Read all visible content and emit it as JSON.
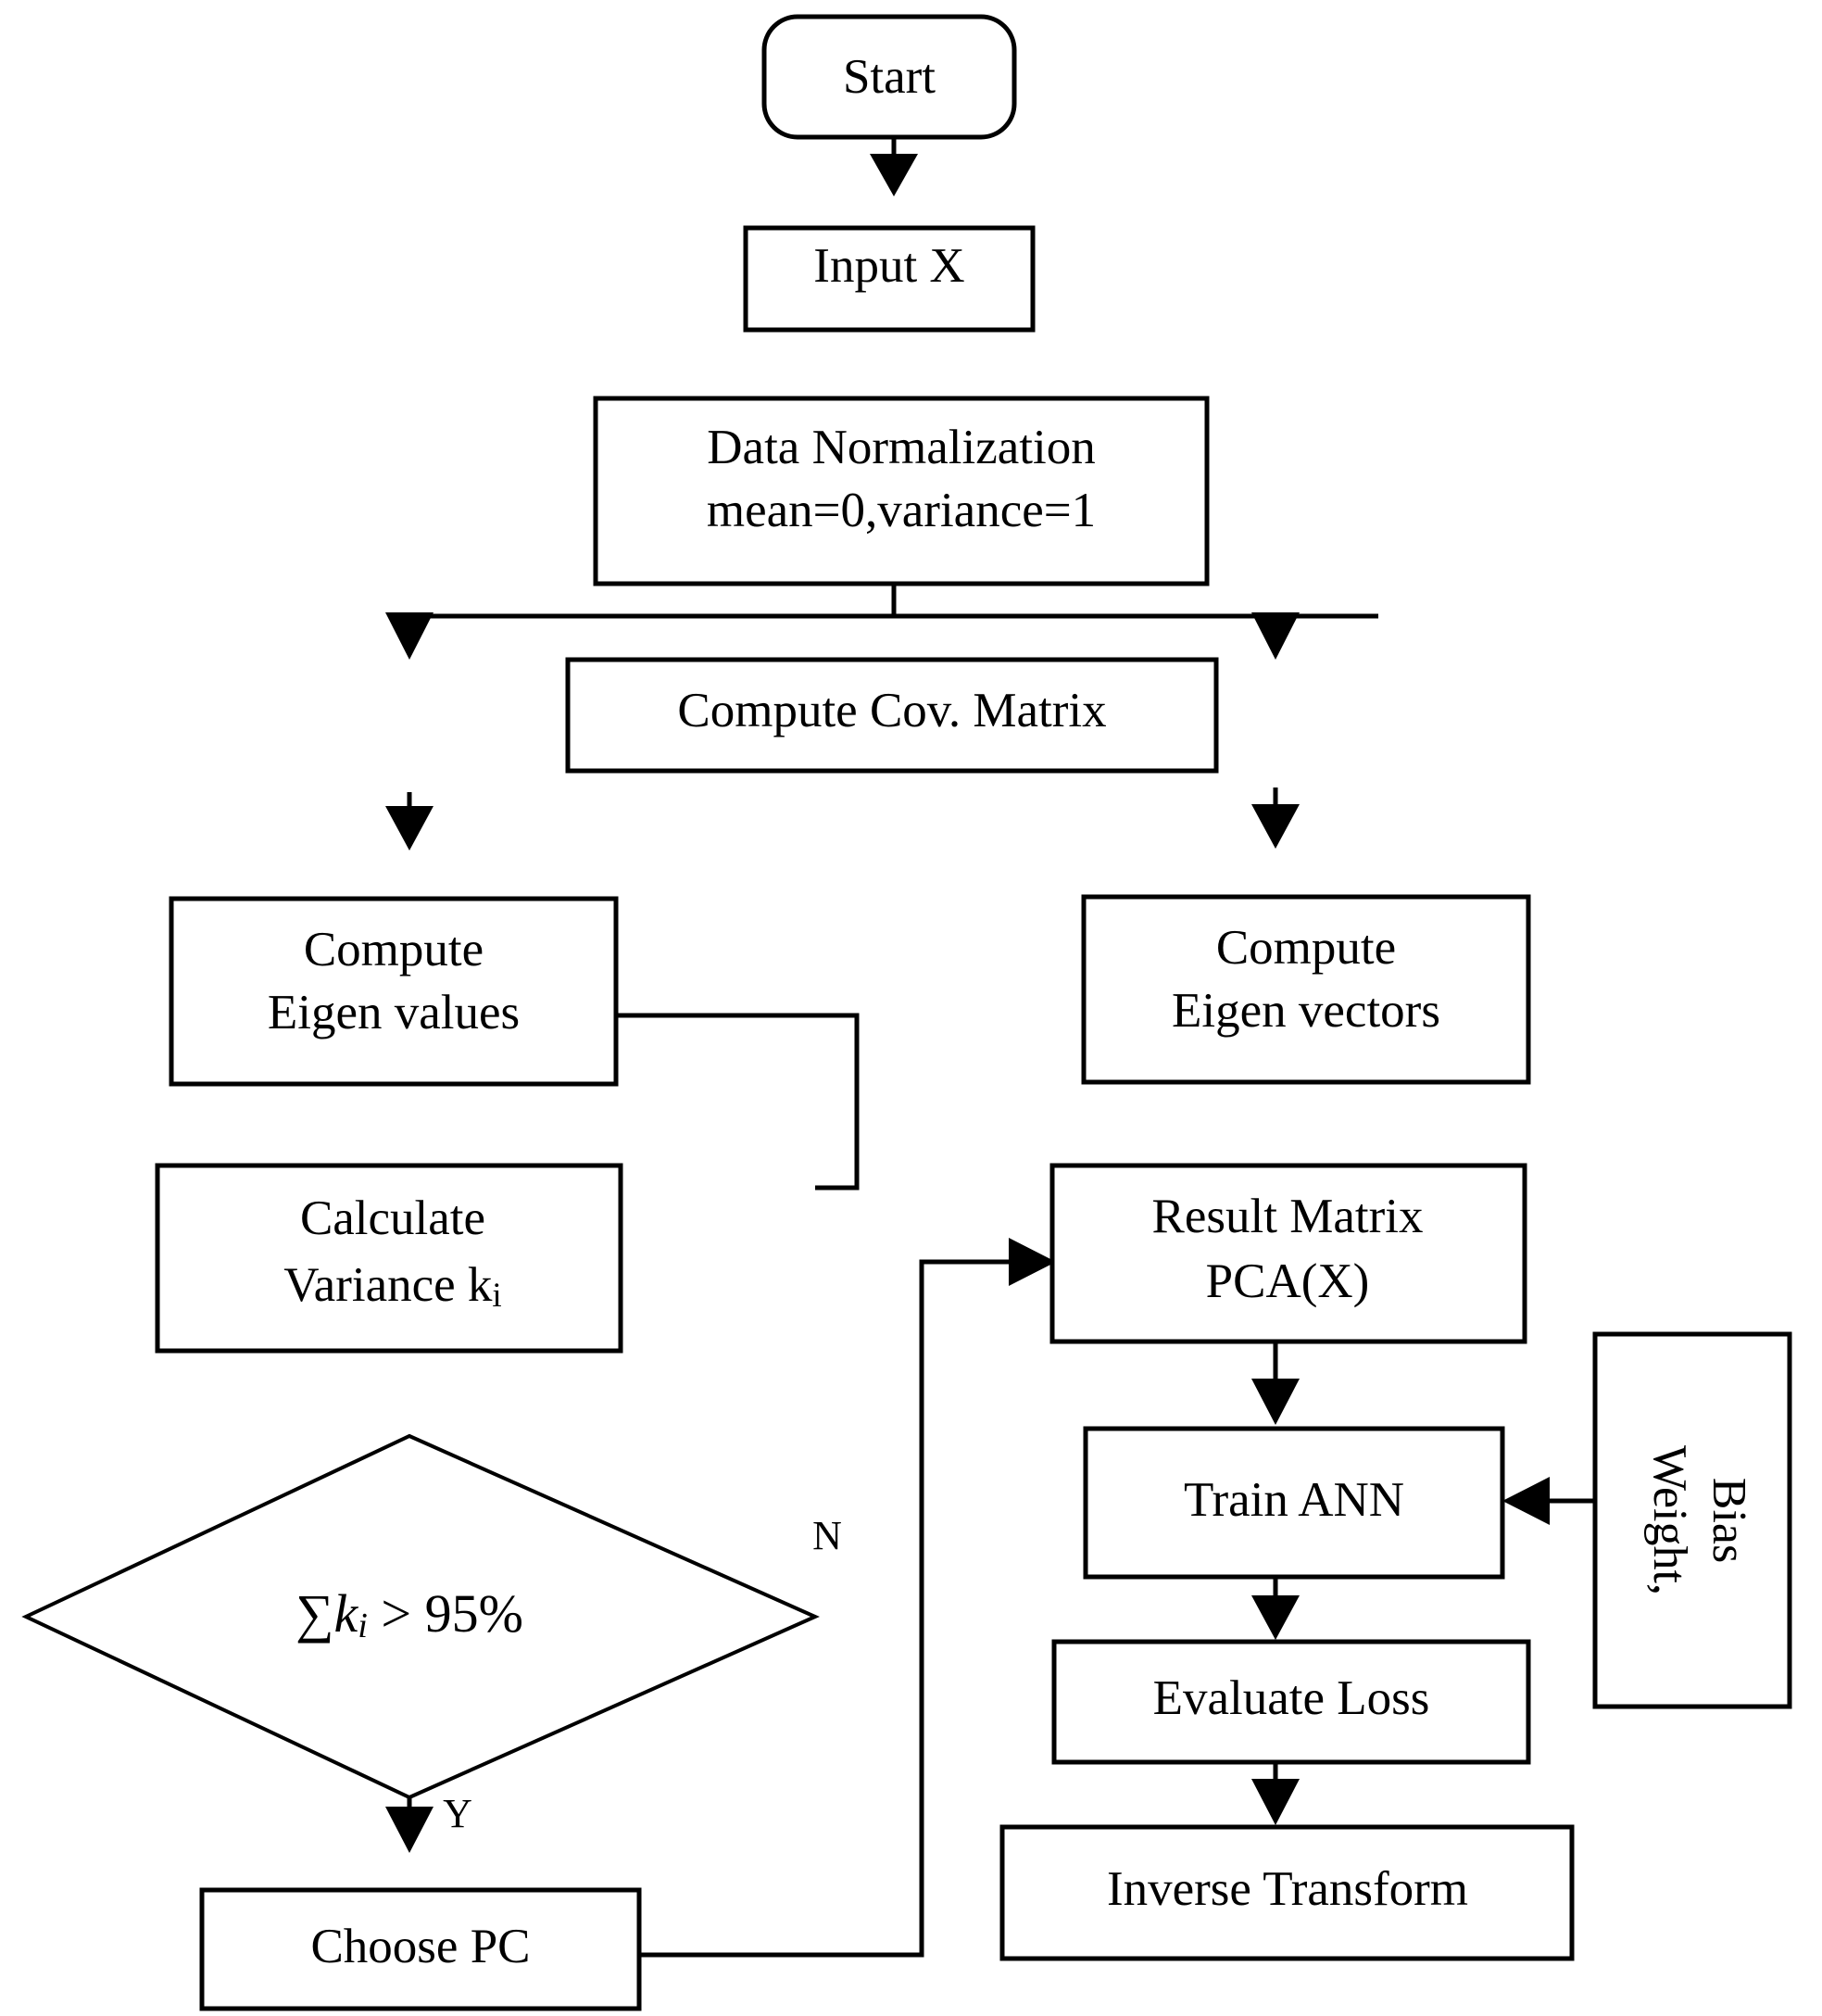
{
  "diagram": {
    "title": "PCA and ANN Training Flowchart",
    "type": "flowchart",
    "background_color": "#ffffff",
    "stroke_color": "#000000"
  },
  "nodes": {
    "start": {
      "label": "Start",
      "shape": "rounded-terminator"
    },
    "input_x": {
      "label": "Input X",
      "shape": "rectangle"
    },
    "data_norm_line1": {
      "label": "Data Normalization",
      "shape": "rectangle"
    },
    "data_norm_line2": {
      "label": "mean=0,variance=1"
    },
    "compute_cov": {
      "label": "Compute Cov. Matrix",
      "shape": "rectangle"
    },
    "compute_eigen_values_line1": {
      "label": "Compute",
      "shape": "rectangle"
    },
    "compute_eigen_values_line2": {
      "label": "Eigen values"
    },
    "compute_eigen_vectors_line1": {
      "label": "Compute",
      "shape": "rectangle"
    },
    "compute_eigen_vectors_line2": {
      "label": "Eigen vectors"
    },
    "calculate_variance_line1": {
      "label": "Calculate",
      "shape": "rectangle"
    },
    "calculate_variance_line2_prefix": {
      "label": "Variance k"
    },
    "calculate_variance_line2_sub": {
      "label": "i"
    },
    "decision": {
      "shape": "diamond",
      "sum_symbol": "∑",
      "variable": "k",
      "subscript": "i",
      "operator": " > ",
      "threshold": "95%"
    },
    "choose_pc": {
      "label": "Choose PC",
      "shape": "rectangle"
    },
    "result_matrix_line1": {
      "label": "Result Matrix",
      "shape": "rectangle"
    },
    "result_matrix_line2": {
      "label": "PCA(X)"
    },
    "train_ann": {
      "label": "Train ANN",
      "shape": "rectangle"
    },
    "weight_bias_line1": {
      "label": "Weight,",
      "shape": "rectangle-rotated"
    },
    "weight_bias_line2": {
      "label": "Bias"
    },
    "evaluate_loss": {
      "label": "Evaluate Loss",
      "shape": "rectangle"
    },
    "inverse_transform": {
      "label": "Inverse Transform",
      "shape": "rectangle"
    }
  },
  "edge_labels": {
    "no": "N",
    "yes": "Y"
  }
}
